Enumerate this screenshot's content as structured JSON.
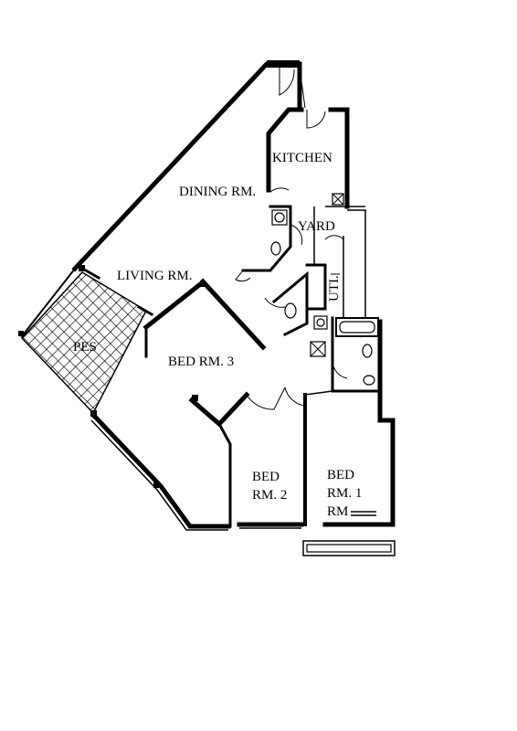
{
  "rooms": {
    "kitchen": "KITCHEN",
    "dining": "DINING RM.",
    "yard": "YARD",
    "living": "LIVING RM.",
    "uti": "UTI.",
    "pes": "PES",
    "bed3": "BED RM. 3",
    "bed2_line1": "BED",
    "bed2_line2": "RM. 2",
    "bed1_line1": "BED",
    "bed1_line2": "RM. 1",
    "bed1_line3": "RM"
  }
}
